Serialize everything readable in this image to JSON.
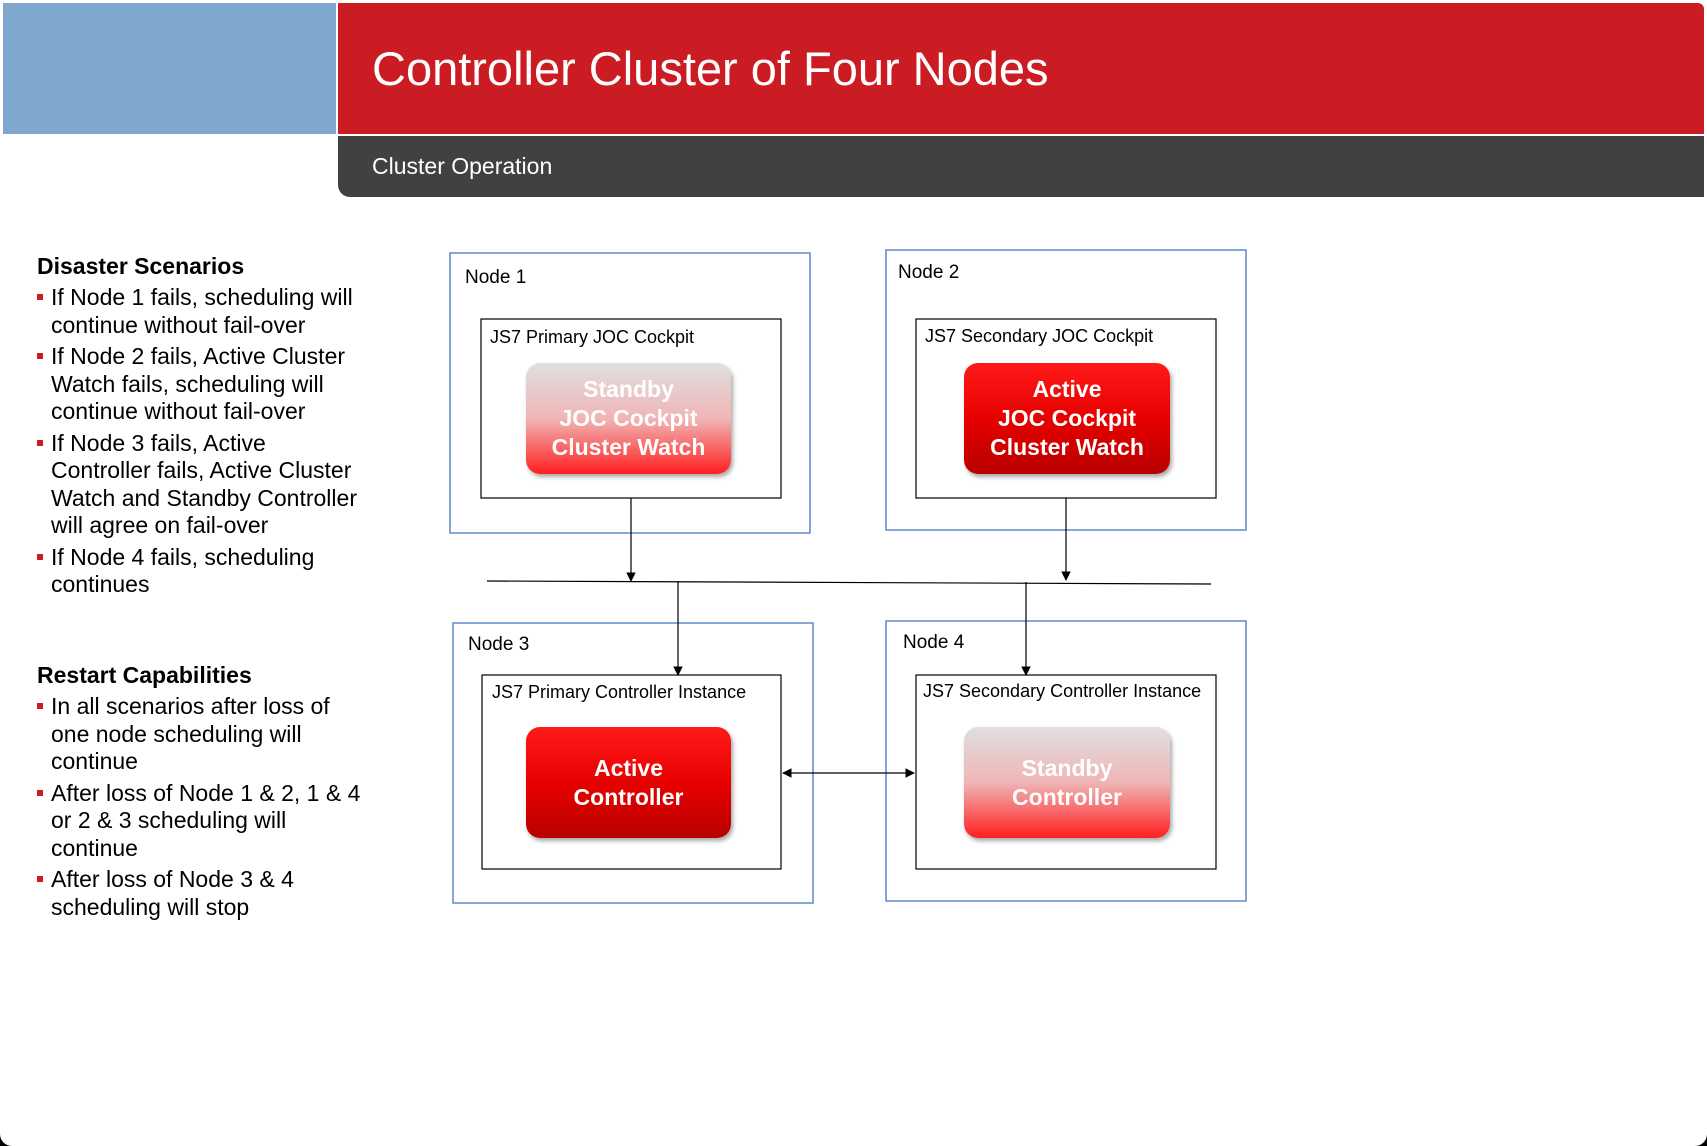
{
  "header": {
    "title": "Controller Cluster of Four Nodes",
    "subtitle": "Cluster Operation"
  },
  "disaster": {
    "heading": "Disaster Scenarios",
    "items": [
      "If Node 1 fails, scheduling will continue without fail-over",
      "If Node 2 fails, Active Cluster Watch fails, scheduling will continue without fail-over",
      "If Node 3 fails, Active Controller fails, Active Cluster Watch and Standby Controller will agree on fail-over",
      "If Node 4 fails, scheduling continues"
    ]
  },
  "restart": {
    "heading": "Restart Capabilities",
    "items": [
      "In all scenarios after loss of one node scheduling will continue",
      "After loss of Node 1 & 2, 1 & 4 or 2 & 3 scheduling will continue",
      "After loss of Node 3 & 4 scheduling will stop"
    ]
  },
  "nodes": {
    "node1": {
      "label": "Node 1",
      "inner": "JS7 Primary JOC Cockpit",
      "state": "standby",
      "pill": [
        "Standby",
        "JOC Cockpit",
        "Cluster Watch"
      ]
    },
    "node2": {
      "label": "Node 2",
      "inner": "JS7 Secondary JOC Cockpit",
      "state": "active",
      "pill": [
        "Active",
        "JOC Cockpit",
        "Cluster Watch"
      ]
    },
    "node3": {
      "label": "Node 3",
      "inner": "JS7 Primary Controller Instance",
      "state": "active",
      "pill": [
        "Active",
        "Controller"
      ]
    },
    "node4": {
      "label": "Node 4",
      "inner": "JS7 Secondary Controller Instance",
      "state": "standby",
      "pill": [
        "Standby",
        "Controller"
      ]
    }
  },
  "colors": {
    "header_red": "#cc1c23",
    "header_blue": "#7fa6cc",
    "subheader_grey": "#414141",
    "node_border": "#5b8ac9",
    "active_red": "#e00000",
    "standby_grey": "#e0e0e0"
  }
}
